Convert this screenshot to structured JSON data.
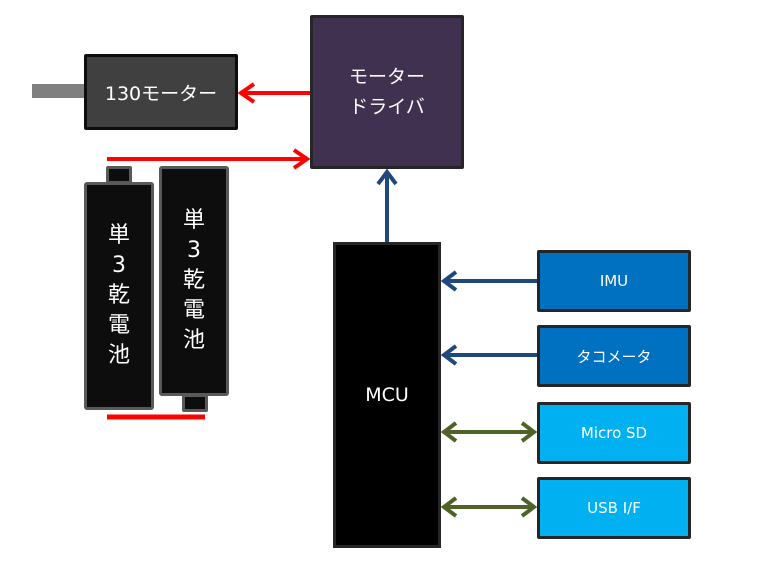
{
  "diagram": {
    "motor": {
      "label": "130モーター"
    },
    "motor_driver": {
      "lines": [
        "モーター",
        "ドライバ"
      ]
    },
    "batteries": [
      {
        "chars": [
          "単",
          "3",
          "乾",
          "電",
          "池"
        ]
      },
      {
        "chars": [
          "単",
          "3",
          "乾",
          "電",
          "池"
        ]
      }
    ],
    "mcu": {
      "label": "MCU"
    },
    "peripherals": [
      {
        "label": "IMU",
        "connection": "input"
      },
      {
        "label": "タコメータ",
        "connection": "input"
      },
      {
        "label": "Micro SD",
        "connection": "bidirectional"
      },
      {
        "label": "USB I/F",
        "connection": "bidirectional"
      }
    ],
    "colors": {
      "power_wire": "#ff0000",
      "signal_wire": "#1f497d",
      "bidir_wire": "#4f6228",
      "driver_fill": "#403151",
      "motor_fill": "#404040",
      "sensor_fill": "#0070c0",
      "io_fill": "#00b0f0"
    }
  }
}
